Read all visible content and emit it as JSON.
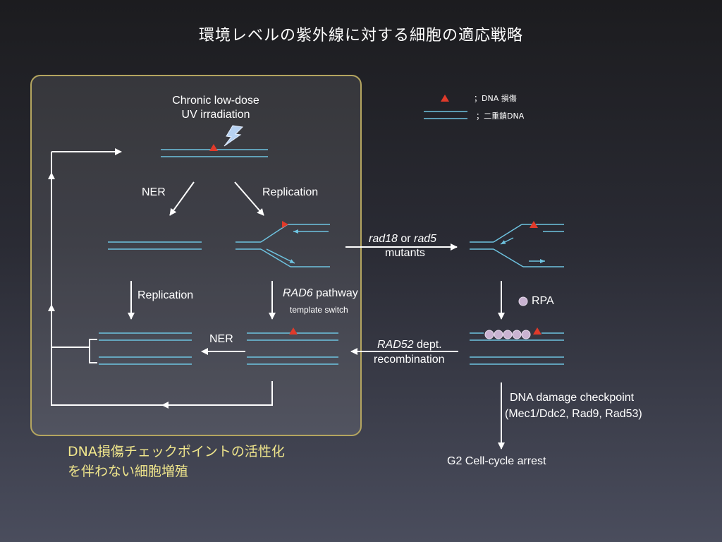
{
  "title": "環境レベルの紫外線に対する細胞の適応戦略",
  "legend": {
    "damage": "；DNA 損傷",
    "dsdna": "；二重鎖DNA"
  },
  "labels": {
    "chronic_line1": "Chronic low-dose",
    "chronic_line2": "UV irradiation",
    "ner_top": "NER",
    "replication_top": "Replication",
    "replication_left": "Replication",
    "rad6_italic": "RAD6",
    "rad6_rest": " pathway",
    "template_switch": "template switch",
    "ner_bottom": "NER",
    "rad18_a": "rad18",
    "rad18_or": " or ",
    "rad18_b": "rad5",
    "mutants": "mutants",
    "rpa": "RPA",
    "rad52_italic": "RAD52",
    "rad52_rest": " dept.",
    "recombination": "recombination",
    "checkpoint_line1": "DNA damage checkpoint",
    "checkpoint_line2": "(Mec1/Ddc2, Rad9, Rad53)",
    "g2_arrest": "G2 Cell-cycle arrest"
  },
  "caption": {
    "line1": "DNA損傷チェックポイントの活性化",
    "line2": "を伴わない細胞増殖"
  },
  "colors": {
    "dna": "#6ec3e0",
    "damage": "#e03a2a",
    "box_border": "#b5a660",
    "caption": "#f0e68c",
    "rpa": "#c9b3d1"
  }
}
